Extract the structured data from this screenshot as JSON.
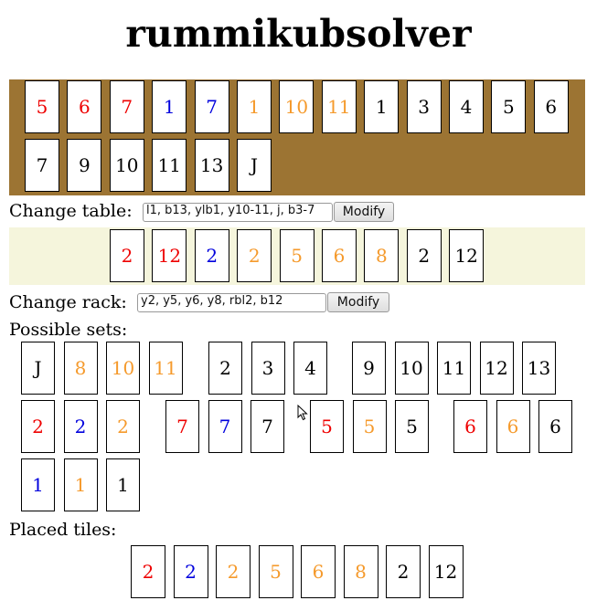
{
  "title": "rummikubsolver",
  "colors": {
    "red": "#ee0000",
    "blue": "#0000dd",
    "orange": "#f59a2c",
    "black": "#000000",
    "table_bg": "#9c7433",
    "rack_bg": "#f5f5dc"
  },
  "table_tiles": [
    {
      "label": "5",
      "color": "red"
    },
    {
      "label": "6",
      "color": "red"
    },
    {
      "label": "7",
      "color": "red"
    },
    {
      "label": "1",
      "color": "blue"
    },
    {
      "label": "7",
      "color": "blue"
    },
    {
      "label": "1",
      "color": "orange"
    },
    {
      "label": "10",
      "color": "orange"
    },
    {
      "label": "11",
      "color": "orange"
    },
    {
      "label": "1",
      "color": "black"
    },
    {
      "label": "3",
      "color": "black"
    },
    {
      "label": "4",
      "color": "black"
    },
    {
      "label": "5",
      "color": "black"
    },
    {
      "label": "6",
      "color": "black"
    },
    {
      "label": "7",
      "color": "black"
    },
    {
      "label": "9",
      "color": "black"
    },
    {
      "label": "10",
      "color": "black"
    },
    {
      "label": "11",
      "color": "black"
    },
    {
      "label": "13",
      "color": "black"
    },
    {
      "label": "J",
      "color": "black"
    }
  ],
  "change_table": {
    "label": "Change table:",
    "value": "l1, b13, ylb1, y10-11, j, b3-7",
    "button": "Modify"
  },
  "rack_tiles": [
    {
      "label": "2",
      "color": "red"
    },
    {
      "label": "12",
      "color": "red"
    },
    {
      "label": "2",
      "color": "blue"
    },
    {
      "label": "2",
      "color": "orange"
    },
    {
      "label": "5",
      "color": "orange"
    },
    {
      "label": "6",
      "color": "orange"
    },
    {
      "label": "8",
      "color": "orange"
    },
    {
      "label": "2",
      "color": "black"
    },
    {
      "label": "12",
      "color": "black"
    }
  ],
  "change_rack": {
    "label": "Change rack:",
    "value": "y2, y5, y6, y8, rbl2, b12",
    "button": "Modify"
  },
  "possible_sets_label": "Possible sets:",
  "possible_sets": [
    [
      {
        "label": "J",
        "color": "black"
      },
      {
        "label": "8",
        "color": "orange"
      },
      {
        "label": "10",
        "color": "orange"
      },
      {
        "label": "11",
        "color": "orange"
      }
    ],
    [
      {
        "label": "2",
        "color": "black"
      },
      {
        "label": "3",
        "color": "black"
      },
      {
        "label": "4",
        "color": "black"
      }
    ],
    [
      {
        "label": "9",
        "color": "black"
      },
      {
        "label": "10",
        "color": "black"
      },
      {
        "label": "11",
        "color": "black"
      },
      {
        "label": "12",
        "color": "black"
      },
      {
        "label": "13",
        "color": "black"
      }
    ],
    [
      {
        "label": "2",
        "color": "red"
      },
      {
        "label": "2",
        "color": "blue"
      },
      {
        "label": "2",
        "color": "orange"
      }
    ],
    [
      {
        "label": "7",
        "color": "red"
      },
      {
        "label": "7",
        "color": "blue"
      },
      {
        "label": "7",
        "color": "black"
      }
    ],
    [
      {
        "label": "5",
        "color": "red"
      },
      {
        "label": "5",
        "color": "orange"
      },
      {
        "label": "5",
        "color": "black"
      }
    ],
    [
      {
        "label": "6",
        "color": "red"
      },
      {
        "label": "6",
        "color": "orange"
      },
      {
        "label": "6",
        "color": "black"
      }
    ],
    [
      {
        "label": "1",
        "color": "blue"
      },
      {
        "label": "1",
        "color": "orange"
      },
      {
        "label": "1",
        "color": "black"
      }
    ]
  ],
  "placed_tiles_label": "Placed tiles:",
  "placed_tiles": [
    {
      "label": "2",
      "color": "red"
    },
    {
      "label": "2",
      "color": "blue"
    },
    {
      "label": "2",
      "color": "orange"
    },
    {
      "label": "5",
      "color": "orange"
    },
    {
      "label": "6",
      "color": "orange"
    },
    {
      "label": "8",
      "color": "orange"
    },
    {
      "label": "2",
      "color": "black"
    },
    {
      "label": "12",
      "color": "black"
    }
  ]
}
